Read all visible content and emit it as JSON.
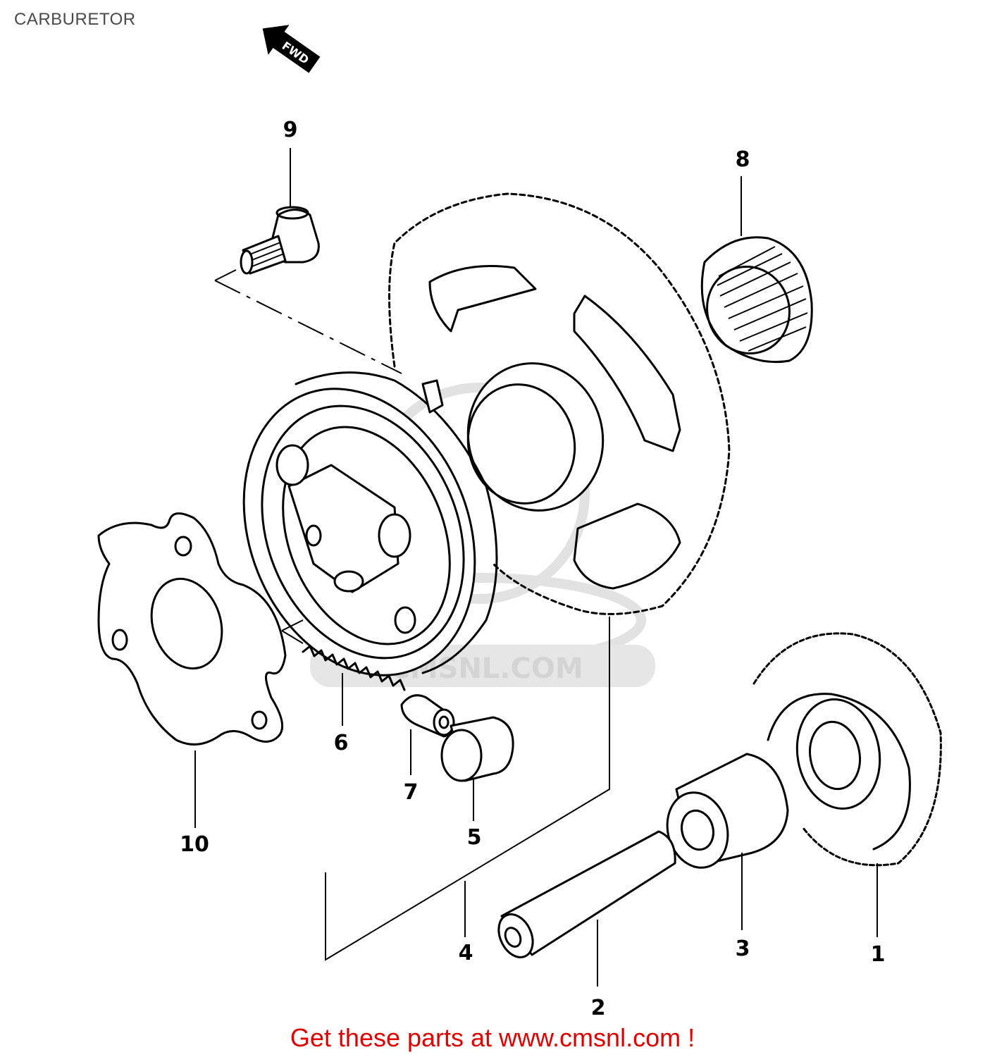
{
  "page": {
    "title": "CARBURETOR",
    "footer_text": "Get these parts at www.cmsnl.com !"
  },
  "watermark": {
    "text": "CMSNL.COM"
  },
  "direction_arrow": {
    "label": "FWD"
  },
  "callouts": [
    {
      "id": "1",
      "label": "1"
    },
    {
      "id": "2",
      "label": "2"
    },
    {
      "id": "3",
      "label": "3"
    },
    {
      "id": "4",
      "label": "4"
    },
    {
      "id": "5",
      "label": "5"
    },
    {
      "id": "6",
      "label": "6"
    },
    {
      "id": "7",
      "label": "7"
    },
    {
      "id": "8",
      "label": "8"
    },
    {
      "id": "9",
      "label": "9"
    },
    {
      "id": "10",
      "label": "10"
    }
  ],
  "colors": {
    "footer": "#e00000",
    "title": "#4a4a4a",
    "watermark": "#d4d4d4"
  }
}
